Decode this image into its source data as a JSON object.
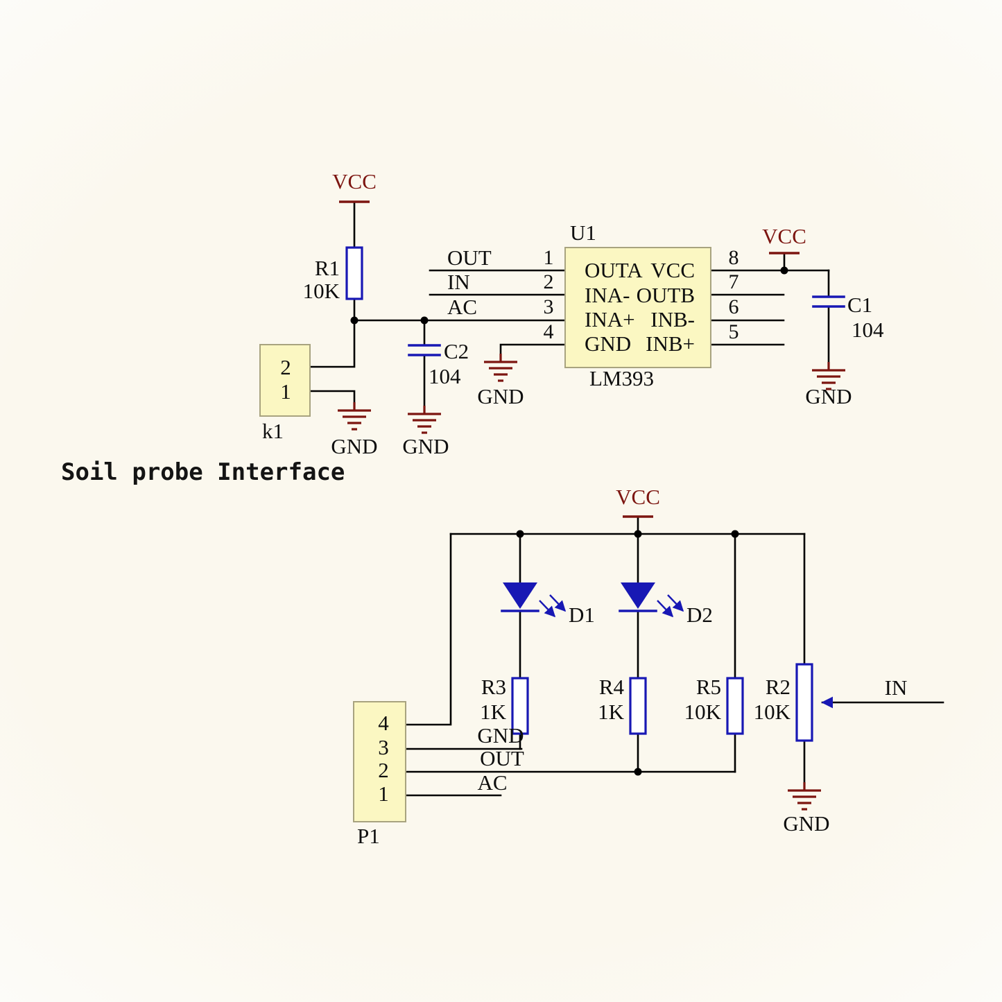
{
  "colors": {
    "wire": "#000000",
    "component": "#1818b4",
    "power": "#7c1510",
    "box_fill": "#fbf7c2",
    "box_border": "#a8a37f",
    "background": "#fbf8ee"
  },
  "caption": "Soil probe Interface",
  "labels": {
    "vcc": "VCC",
    "gnd": "GND"
  },
  "top": {
    "nets": {
      "out": "OUT",
      "in": "IN",
      "ac": "AC"
    },
    "r1": {
      "ref": "R1",
      "value": "10K"
    },
    "c1": {
      "ref": "C1",
      "value": "104"
    },
    "c2": {
      "ref": "C2",
      "value": "104"
    },
    "k1": {
      "ref": "k1",
      "pin_top": "2",
      "pin_bottom": "1"
    },
    "u1": {
      "ref": "U1",
      "part": "LM393",
      "pins_left": [
        "1",
        "2",
        "3",
        "4"
      ],
      "pins_right": [
        "8",
        "7",
        "6",
        "5"
      ],
      "names_left": [
        "OUTA",
        "INA-",
        "INA+",
        "GND"
      ],
      "names_right": [
        "VCC",
        "OUTB",
        "INB-",
        "INB+"
      ]
    }
  },
  "bottom": {
    "nets": {
      "gnd": "GND",
      "out": "OUT",
      "ac": "AC",
      "in": "IN"
    },
    "d1": {
      "ref": "D1"
    },
    "d2": {
      "ref": "D2"
    },
    "r2": {
      "ref": "R2",
      "value": "10K"
    },
    "r3": {
      "ref": "R3",
      "value": "1K"
    },
    "r4": {
      "ref": "R4",
      "value": "1K"
    },
    "r5": {
      "ref": "R5",
      "value": "10K"
    },
    "p1": {
      "ref": "P1",
      "pins": [
        "4",
        "3",
        "2",
        "1"
      ]
    }
  }
}
